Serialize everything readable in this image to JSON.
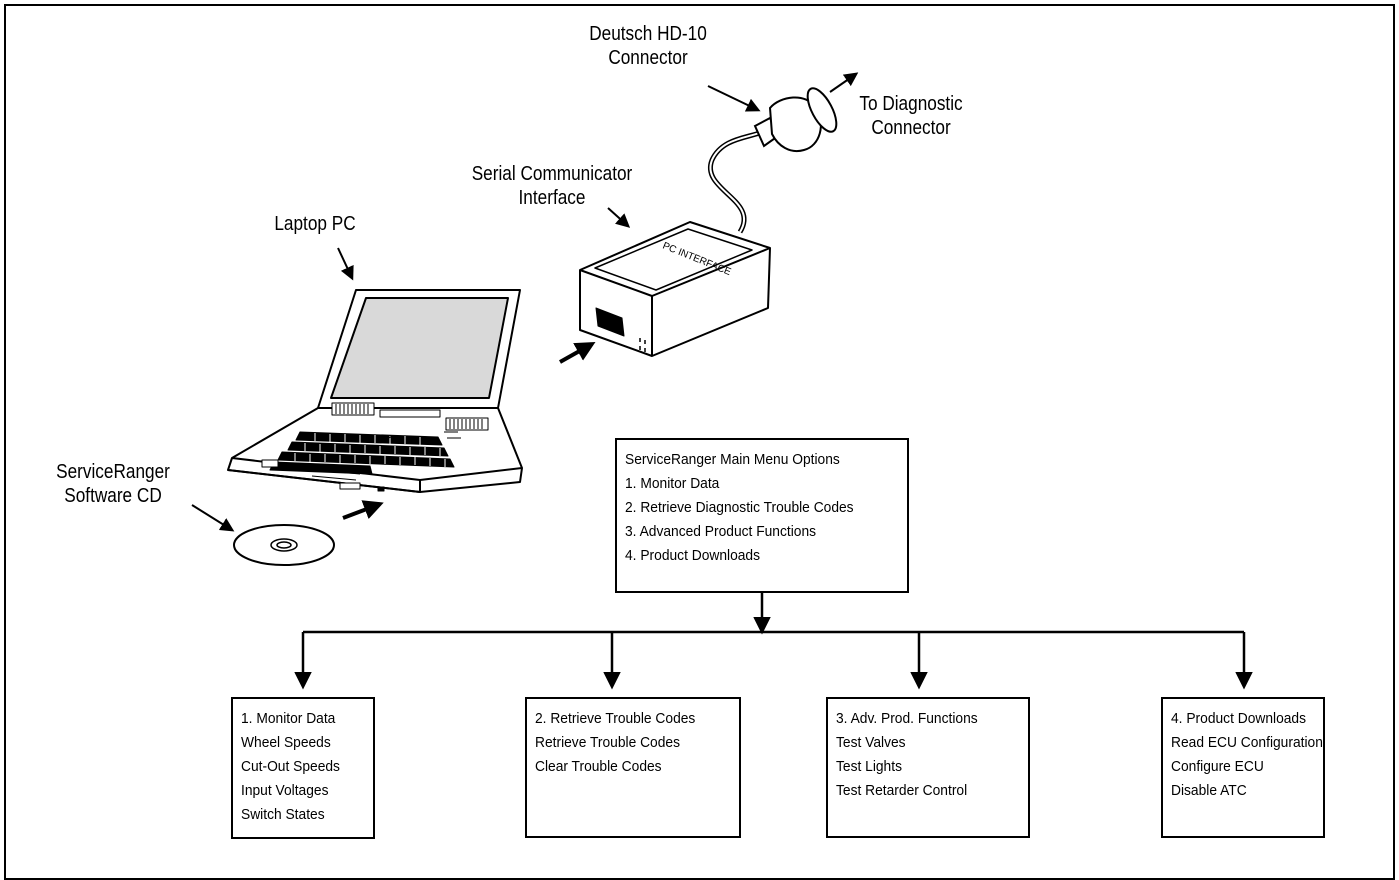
{
  "labels": {
    "connector": [
      "Deutsch HD-10",
      "Connector"
    ],
    "diagnostic": [
      "To Diagnostic",
      "Connector"
    ],
    "interface": [
      "Serial Communicator",
      "Interface"
    ],
    "laptop": "Laptop PC",
    "cd": [
      "ServiceRanger",
      "Software CD"
    ],
    "device_text": "PC INTERFACE"
  },
  "main_menu": {
    "title": "ServiceRanger Main Menu Options",
    "items": [
      "1. Monitor Data",
      "2. Retrieve Diagnostic Trouble Codes",
      "3. Advanced Product Functions",
      "4. Product Downloads"
    ]
  },
  "submenus": [
    {
      "title": "1. Monitor Data",
      "items": [
        "Wheel Speeds",
        "Cut-Out Speeds",
        "Input Voltages",
        "Switch States"
      ]
    },
    {
      "title": "2. Retrieve Trouble Codes",
      "items": [
        "Retrieve Trouble Codes",
        "Clear Trouble Codes"
      ]
    },
    {
      "title": "3. Adv. Prod. Functions",
      "items": [
        "Test Valves",
        "Test Lights",
        "Test Retarder Control"
      ]
    },
    {
      "title": "4. Product Downloads",
      "items": [
        "Read ECU Configuration",
        "Configure ECU",
        "Disable ATC"
      ]
    }
  ],
  "colors": {
    "line": "#000000",
    "screen": "#d9d9d9",
    "background": "#ffffff"
  }
}
